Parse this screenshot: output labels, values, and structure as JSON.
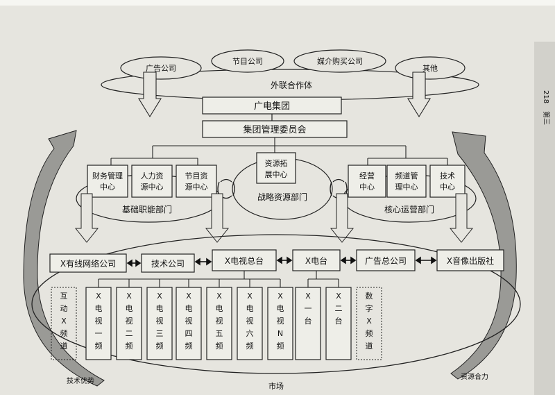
{
  "outer_partners": {
    "title": "外联合作体",
    "items": [
      "广告公司",
      "节目公司",
      "媒介购买公司",
      "其他"
    ]
  },
  "group": "广电集团",
  "committee": "集团管理委员会",
  "departments": {
    "basic": {
      "label": "基础职能部门",
      "centers": [
        "财务管理中心",
        "人力资源中心",
        "节目资源中心"
      ]
    },
    "strategy": {
      "label": "战略资源部门",
      "centers": [
        "资源拓展中心"
      ]
    },
    "core": {
      "label": "核心运营部门",
      "centers": [
        "经营中心",
        "频道管理中心",
        "技术中心"
      ]
    }
  },
  "companies": [
    "X有线网络公司",
    "技术公司",
    "X电视总台",
    "X电台",
    "广告总公司",
    "X音像出版社"
  ],
  "channels": [
    "互动X频道",
    "X电视一频",
    "X电视二频",
    "X电视三频",
    "X电视四频",
    "X电视五频",
    "X电视六频",
    "X电视N频",
    "X一台",
    "X二台",
    "数字X频道"
  ],
  "bottom": {
    "left_arrow": "技术优势",
    "market": "市场",
    "right_arrow": "资源合力"
  },
  "page_edge": {
    "number": "218",
    "text": "第三"
  }
}
